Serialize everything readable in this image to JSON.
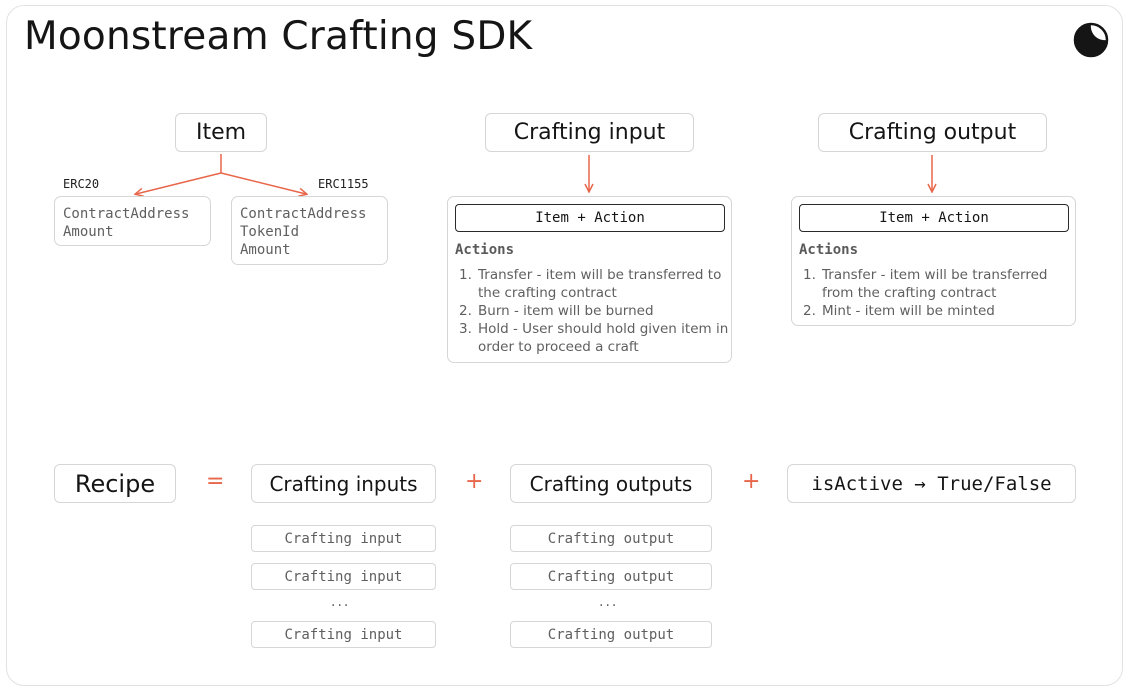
{
  "title": "Moonstream Crafting SDK",
  "logo_icon": "moon-icon",
  "accent_color": "#e8664a",
  "item": {
    "label": "Item",
    "erc20": {
      "label": "ERC20",
      "fields": [
        "ContractAddress",
        "Amount"
      ]
    },
    "erc1155": {
      "label": "ERC1155",
      "fields": [
        "ContractAddress",
        "TokenId",
        "Amount"
      ]
    }
  },
  "crafting_input": {
    "label": "Crafting input",
    "header": "Item + Action",
    "actions_title": "Actions",
    "actions": [
      {
        "num": "1.",
        "text": "Transfer - item will be transferred to the crafting contract"
      },
      {
        "num": "2.",
        "text": "Burn - item will be burned"
      },
      {
        "num": "3.",
        "text": "Hold - User should hold given item in order to proceed a craft"
      }
    ]
  },
  "crafting_output": {
    "label": "Crafting output",
    "header": "Item + Action",
    "actions_title": "Actions",
    "actions": [
      {
        "num": "1.",
        "text": "Transfer - item will be transferred from the crafting contract"
      },
      {
        "num": "2.",
        "text": "Mint - item will be minted"
      }
    ]
  },
  "recipe": {
    "label": "Recipe",
    "equals": "=",
    "plus1": "+",
    "plus2": "+",
    "inputs_label": "Crafting inputs",
    "outputs_label": "Crafting outputs",
    "is_active_label": "isActive → True/False",
    "input_items": [
      "Crafting input",
      "Crafting input",
      "Crafting input"
    ],
    "output_items": [
      "Crafting output",
      "Crafting output",
      "Crafting output"
    ],
    "ellipsis": "..."
  }
}
